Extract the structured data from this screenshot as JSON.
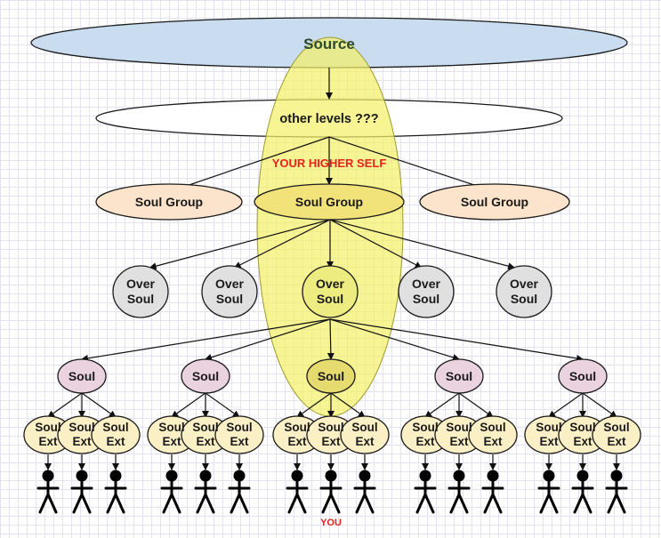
{
  "source_label": "Source",
  "other_levels_label": "other levels ???",
  "higher_self_label": "YOUR HIGHER SELF",
  "soul_group_label": "Soul Group",
  "over_soul_line1": "Over",
  "over_soul_line2": "Soul",
  "soul_label": "Soul",
  "soul_ext_line1": "Soul",
  "soul_ext_line2": "Ext",
  "you_label": "YOU",
  "counts": {
    "soul_groups": 3,
    "over_souls": 5,
    "souls": 5,
    "extensions_per_soul": 3
  },
  "colors": {
    "source_fill": "#c9dcf0",
    "soul_group_fill": "#fbe3cc",
    "over_soul_fill": "#e0e0e0",
    "soul_fill": "#ead2de",
    "soul_ext_fill": "#fbefc6",
    "highlight_fill": "#f4f06a",
    "highlight_text": "#e8231f"
  }
}
